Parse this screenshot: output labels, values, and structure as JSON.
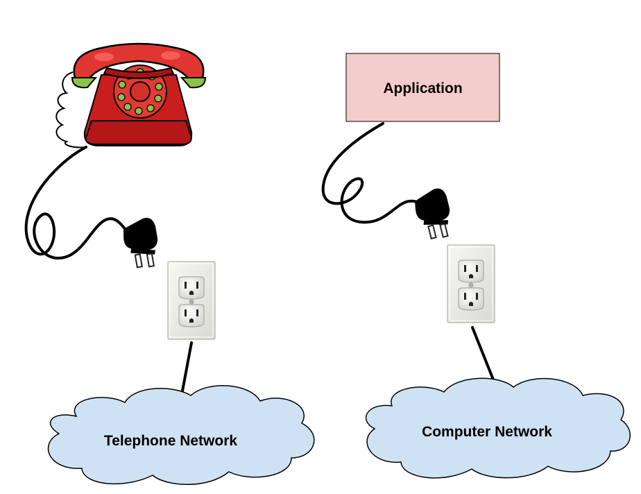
{
  "left": {
    "device": "telephone",
    "network_label": "Telephone Network"
  },
  "right": {
    "application_label": "Application",
    "network_label": "Computer Network"
  },
  "colors": {
    "application_box_fill": "#f4cccc",
    "cloud_fill": "#cfe2f3",
    "phone_red": "#d9302b",
    "phone_green": "#8bc34a",
    "plug": "#000000",
    "outlet_plate": "#eeeeea"
  },
  "icons": {
    "telephone": "telephone-icon",
    "plug": "plug-icon",
    "outlet": "wall-outlet-icon",
    "cloud": "cloud-shape"
  }
}
